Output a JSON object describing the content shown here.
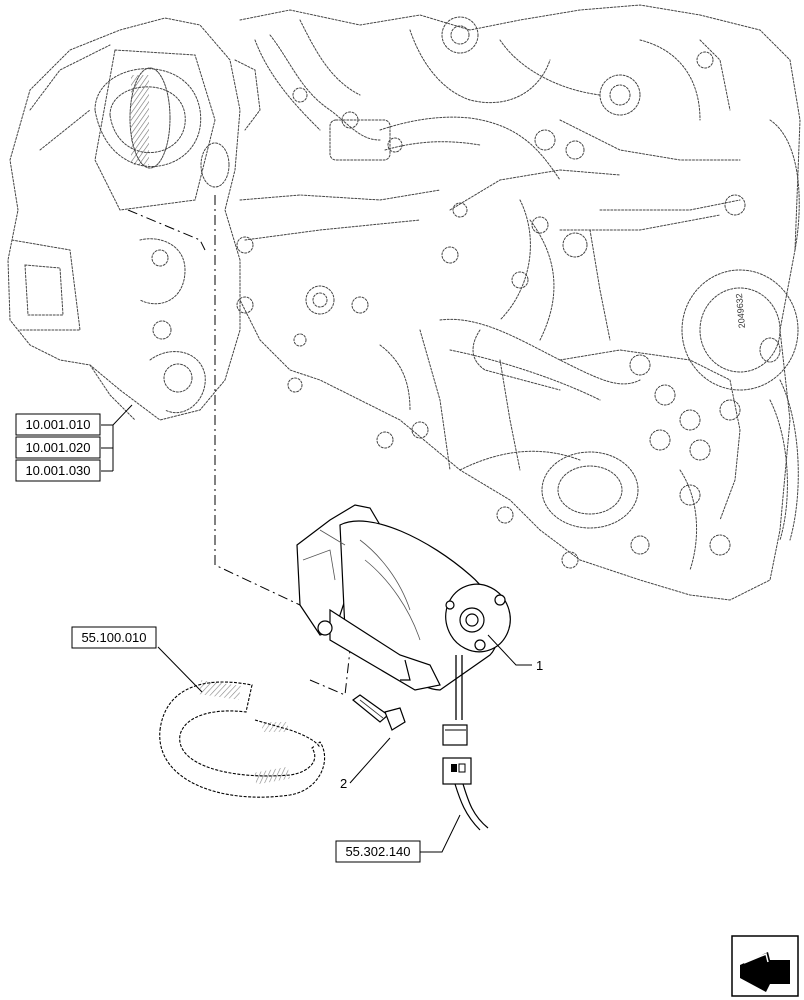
{
  "references": {
    "engine_refs": [
      "10.001.010",
      "10.001.020",
      "10.001.030"
    ],
    "belt_ref": "55.100.010",
    "harness_ref": "55.302.140"
  },
  "callouts": {
    "starter": "1",
    "bolt": "2"
  },
  "engine_stamp": "2049632",
  "nav": {
    "icon": "next-page-arrow-icon"
  }
}
